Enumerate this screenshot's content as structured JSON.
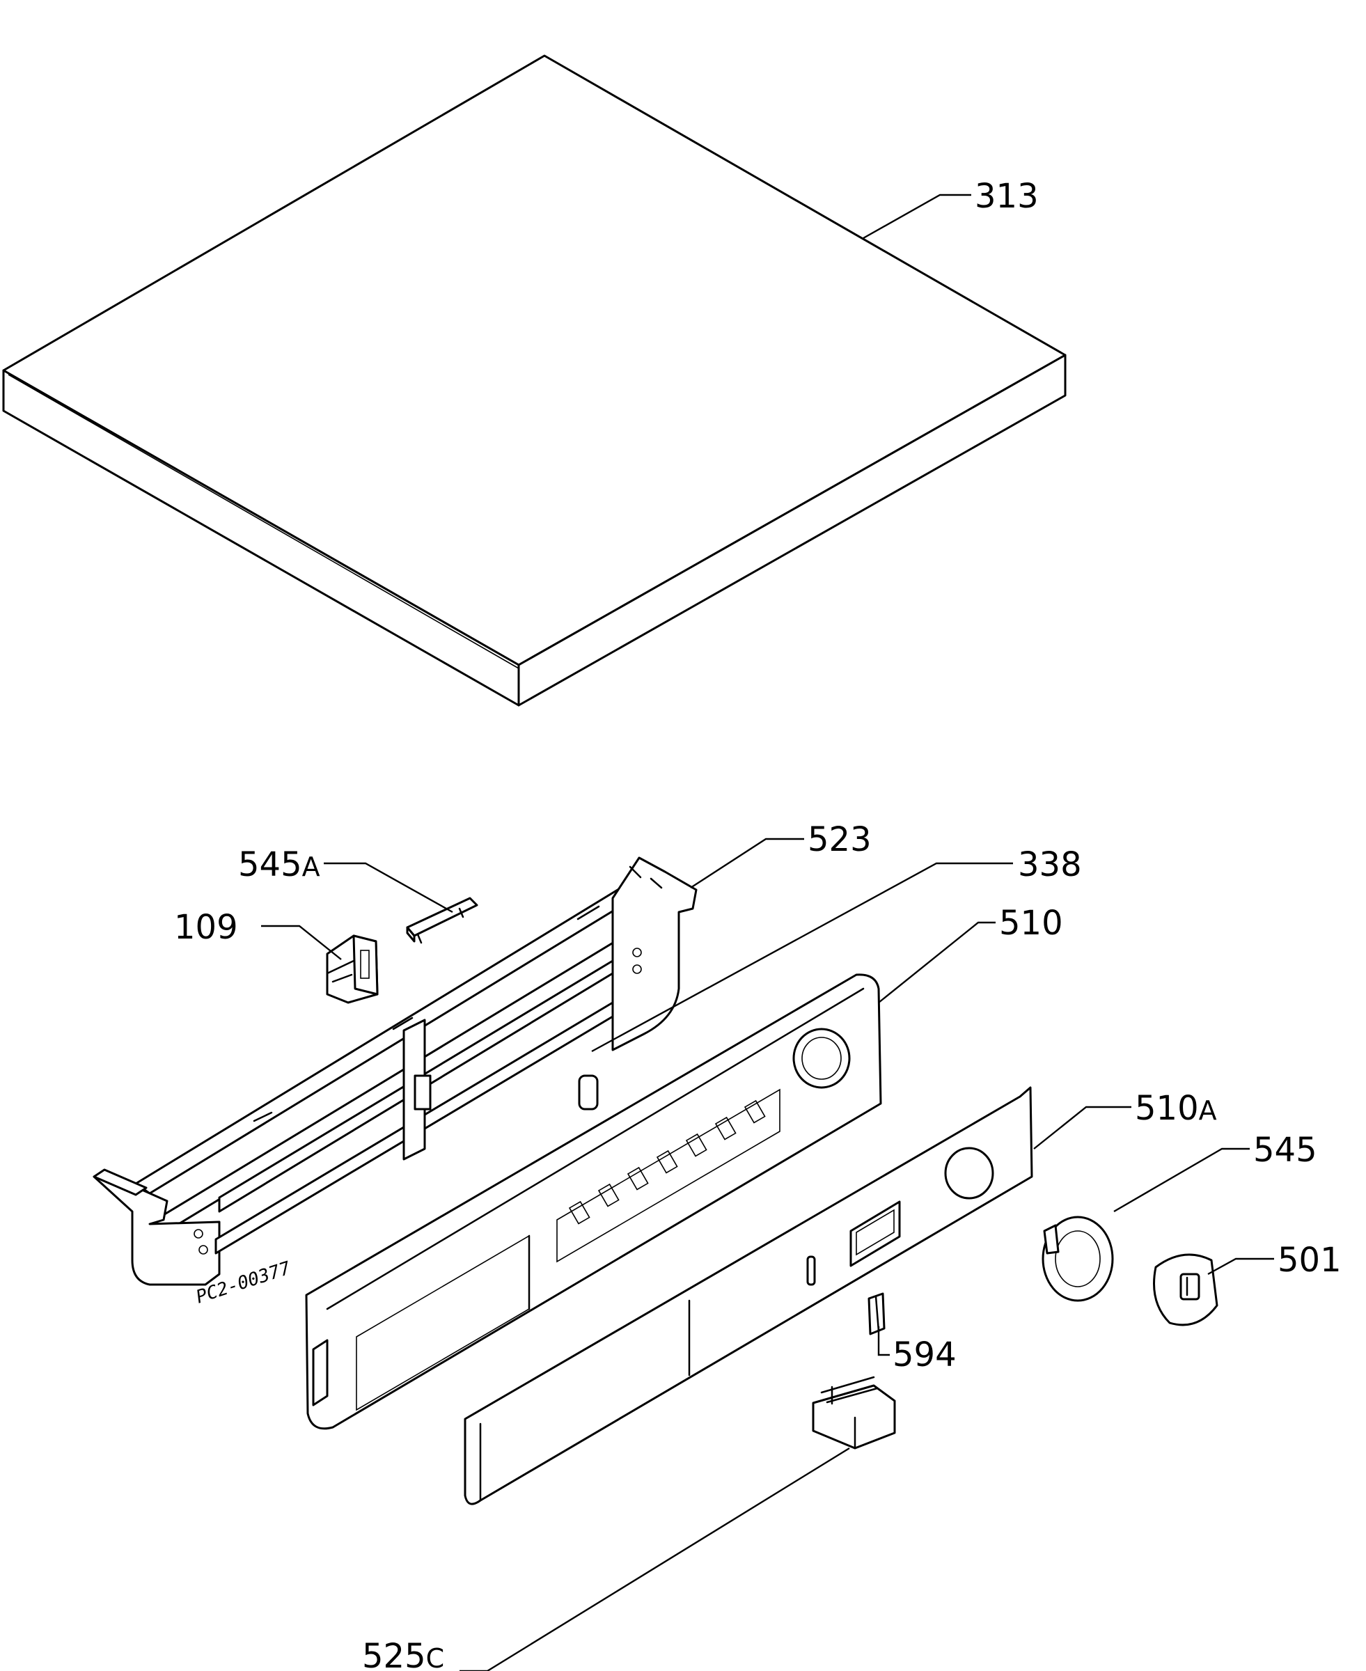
{
  "colors": {
    "line": "#000000",
    "background": "#ffffff"
  },
  "diagram": {
    "reference_code": "PC2-00377",
    "parts": [
      {
        "id": "313",
        "label": "313"
      },
      {
        "id": "523",
        "label": "523"
      },
      {
        "id": "545A",
        "label": "545",
        "suffix": "A"
      },
      {
        "id": "338",
        "label": "338"
      },
      {
        "id": "109",
        "label": "109"
      },
      {
        "id": "510",
        "label": "510"
      },
      {
        "id": "510A",
        "label": "510",
        "suffix": "A"
      },
      {
        "id": "545",
        "label": "545"
      },
      {
        "id": "501",
        "label": "501"
      },
      {
        "id": "594",
        "label": "594"
      },
      {
        "id": "525C",
        "label": "525",
        "suffix": "C"
      }
    ]
  }
}
